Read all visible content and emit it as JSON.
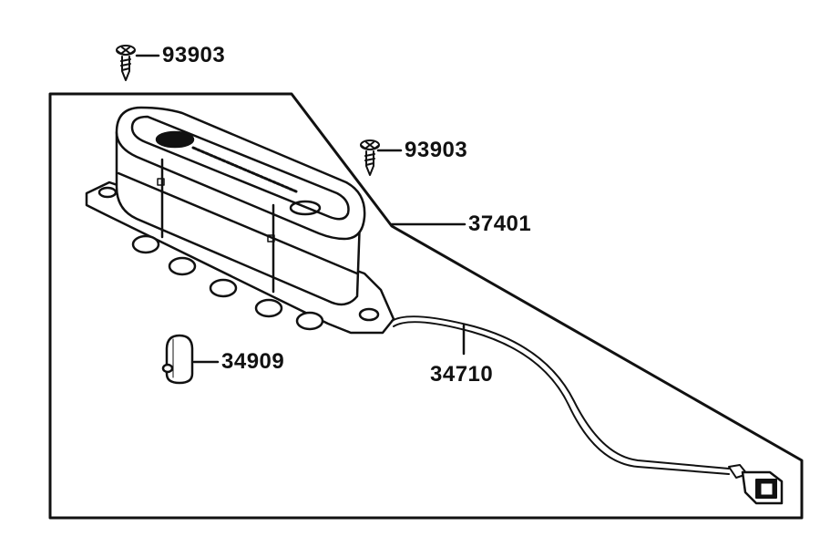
{
  "diagram": {
    "parts": [
      {
        "number": "93903"
      },
      {
        "number": "93903"
      },
      {
        "number": "37401"
      },
      {
        "number": "34909"
      },
      {
        "number": "34710"
      }
    ]
  },
  "colors": {
    "line": "#111111",
    "background": "#ffffff"
  }
}
